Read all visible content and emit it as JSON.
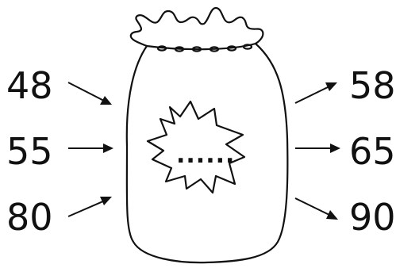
{
  "inputs": [
    "48",
    "55",
    "80"
  ],
  "outputs": [
    "58",
    "65",
    "90"
  ],
  "hidden_rule": "......",
  "colors": {
    "ink": "#111111",
    "background": "#ffffff"
  }
}
